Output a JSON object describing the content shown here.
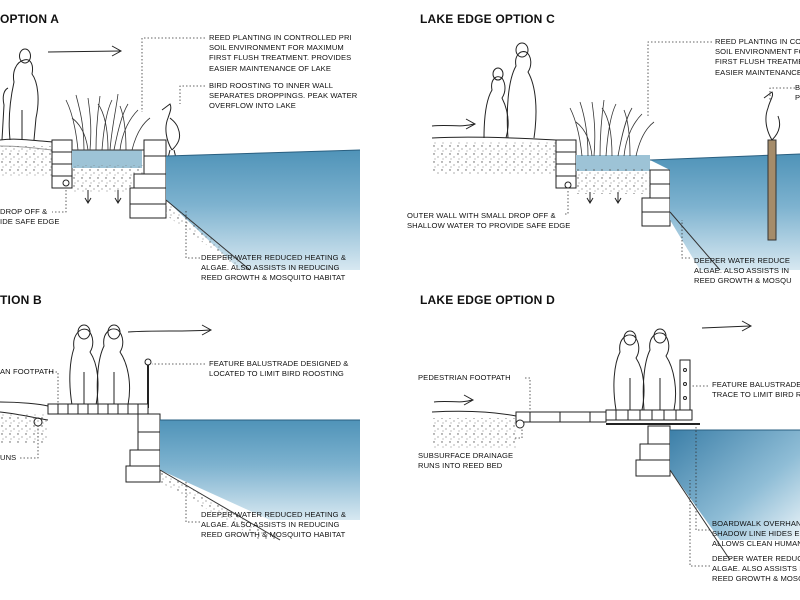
{
  "panels": {
    "a": {
      "title": "OPTION A",
      "notes": {
        "reed": [
          "REED PLANTING IN CONTROLLED PRI",
          "SOIL ENVIRONMENT FOR MAXIMUM",
          "FIRST FLUSH TREATMENT. PROVIDES",
          "EASIER MAINTENANCE OF LAKE"
        ],
        "bird": [
          "BIRD ROOSTING TO INNER WALL",
          "SEPARATES DROPPINGS. PEAK WATER",
          "OVERFLOW INTO LAKE"
        ],
        "outer": [
          "DROP OFF &",
          "IDE SAFE EDGE"
        ],
        "deep": [
          "DEEPER WATER REDUCED HEATING &",
          "ALGAE. ALSO ASSISTS IN REDUCING",
          "REED GROWTH & MOSQUITO HABITAT"
        ]
      }
    },
    "b": {
      "title": "TION B",
      "notes": {
        "footpath": [
          "AN FOOTPATH"
        ],
        "balustrade": [
          "FEATURE BALUSTRADE DESIGNED &",
          "LOCATED TO LIMIT BIRD ROOSTING"
        ],
        "runs": [
          "UNS"
        ],
        "deep": [
          "DEEPER WATER REDUCED HEATING &",
          "ALGAE. ALSO ASSISTS IN REDUCING",
          "REED GROWTH & MOSQUITO HABITAT"
        ]
      }
    },
    "c": {
      "title": "LAKE EDGE OPTION C",
      "notes": {
        "reed": [
          "REED PLANTING IN CONT",
          "SOIL ENVIRONMENT FOR",
          "FIRST FLUSH TREATMEN",
          "EASIER MAINTENANCE O"
        ],
        "bird": [
          "B",
          "P"
        ],
        "outer": [
          "OUTER WALL WITH SMALL DROP OFF &",
          "SHALLOW WATER TO PROVIDE SAFE EDGE"
        ],
        "deep": [
          "DEEPER WATER REDUCE",
          "ALGAE. ALSO ASSISTS IN",
          "REED GROWTH & MOSQU"
        ]
      }
    },
    "d": {
      "title": "LAKE EDGE OPTION D",
      "notes": {
        "footpath": [
          "PEDESTRIAN FOOTPATH"
        ],
        "balustrade": [
          "FEATURE BALUSTRADE V",
          "TRACE TO LIMIT BIRD RO"
        ],
        "drainage": [
          "SUBSURFACE DRAINAGE",
          "RUNS INTO REED BED"
        ],
        "boardwalk": [
          "BOARDWALK OVERHAN",
          "SHADOW LINE HIDES ED",
          "ALLOWS CLEAN HUMAN"
        ],
        "deep": [
          "DEEPER WATER REDUCE",
          "ALGAE. ALSO ASSISTS IN",
          "REED GROWTH & MOSQU"
        ]
      }
    }
  }
}
